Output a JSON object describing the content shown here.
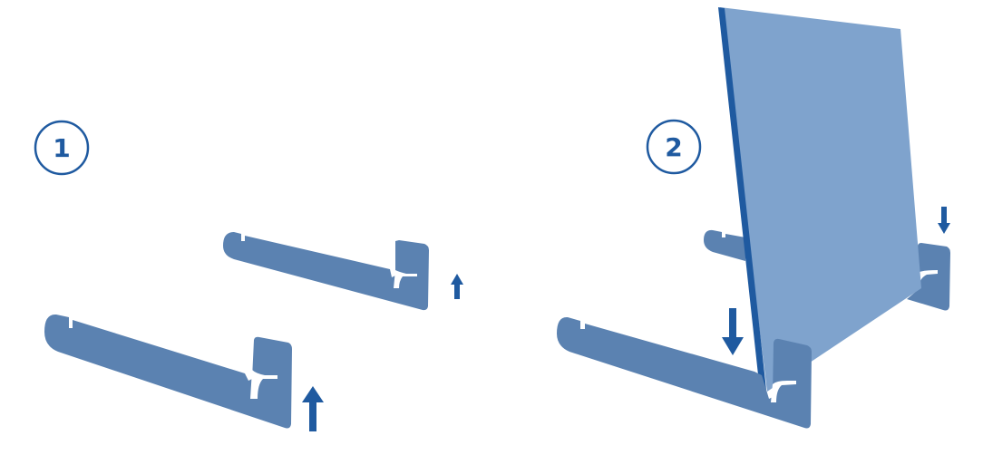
{
  "steps": [
    {
      "label": "1",
      "description_icons": [
        "rail-small",
        "rail-large",
        "arrow-up-icon",
        "arrow-up-icon"
      ]
    },
    {
      "label": "2",
      "description_icons": [
        "board",
        "rail-front",
        "rail-back",
        "arrow-down-icon",
        "arrow-down-icon"
      ]
    }
  ],
  "colors": {
    "rail": "#5b82b1",
    "board": "#7fa3cd",
    "accent": "#1f5aa0",
    "background": "#ffffff"
  }
}
